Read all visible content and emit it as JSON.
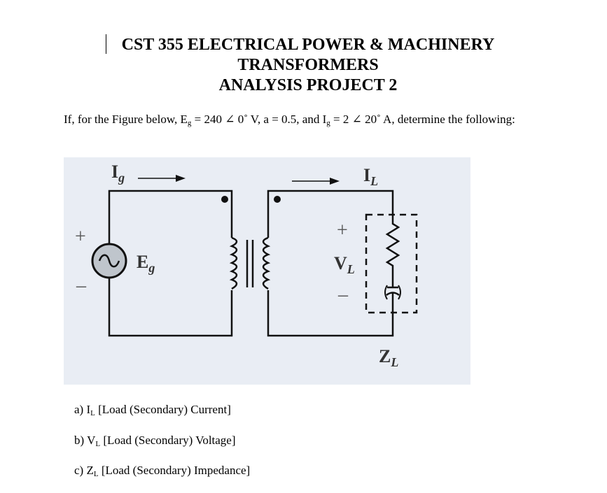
{
  "header": {
    "line1": "CST 355 ELECTRICAL POWER & MACHINERY",
    "line2": "TRANSFORMERS",
    "line3": "ANALYSIS PROJECT 2"
  },
  "problem": {
    "text_1": "If, for the Figure below, E",
    "eg_sub": "g",
    "text_2": " = 240 ∠ 0˚ V, a = 0.5, and I",
    "ig_sub": "g",
    "text_3": " = 2 ∠ 20˚ A, determine the following:"
  },
  "figure": {
    "ig_main": "I",
    "ig_sub": "g",
    "il_main": "I",
    "il_sub": "L",
    "eg_main": "E",
    "eg_sub": "g",
    "vl_main": "V",
    "vl_sub": "L",
    "zl_main": "Z",
    "zl_sub": "L",
    "plus": "+",
    "minus": "–",
    "background": "#e9edf4"
  },
  "questions": [
    {
      "prefix": "a) I",
      "sub": "L",
      "rest": " [Load (Secondary) Current]"
    },
    {
      "prefix": "b) V",
      "sub": "L",
      "rest": " [Load (Secondary) Voltage]"
    },
    {
      "prefix": "c) Z",
      "sub": "L",
      "rest": " [Load (Secondary) Impedance]"
    }
  ]
}
